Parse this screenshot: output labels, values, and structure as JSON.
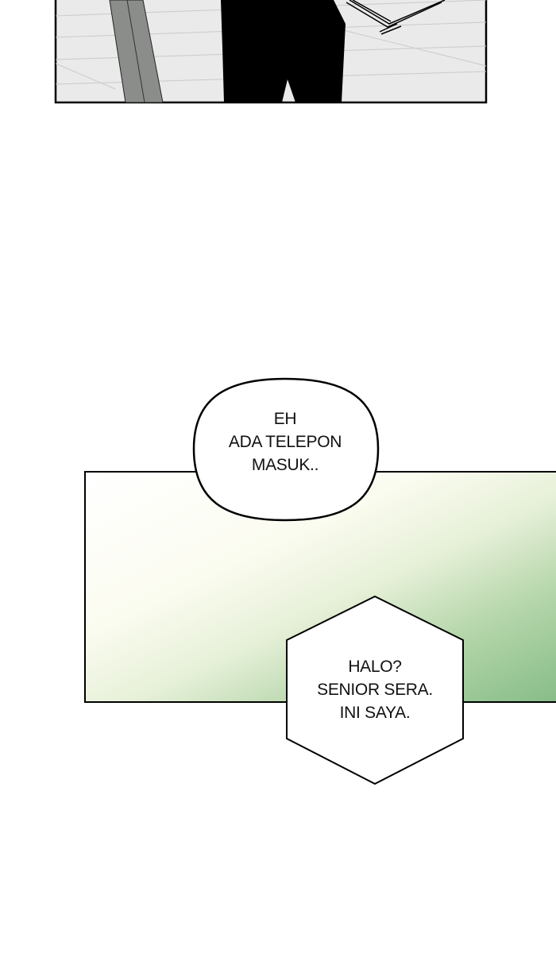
{
  "bubbles": [
    {
      "lines": [
        "EH",
        "ADA TELEPON",
        "MASUK.."
      ]
    },
    {
      "lines": [
        "HALO?",
        "SENIOR SERA.",
        "INI SAYA."
      ]
    }
  ],
  "colors": {
    "panel_bg": "#e9eae9",
    "pole": "#8a8d8a",
    "green": "#8cc08e"
  }
}
